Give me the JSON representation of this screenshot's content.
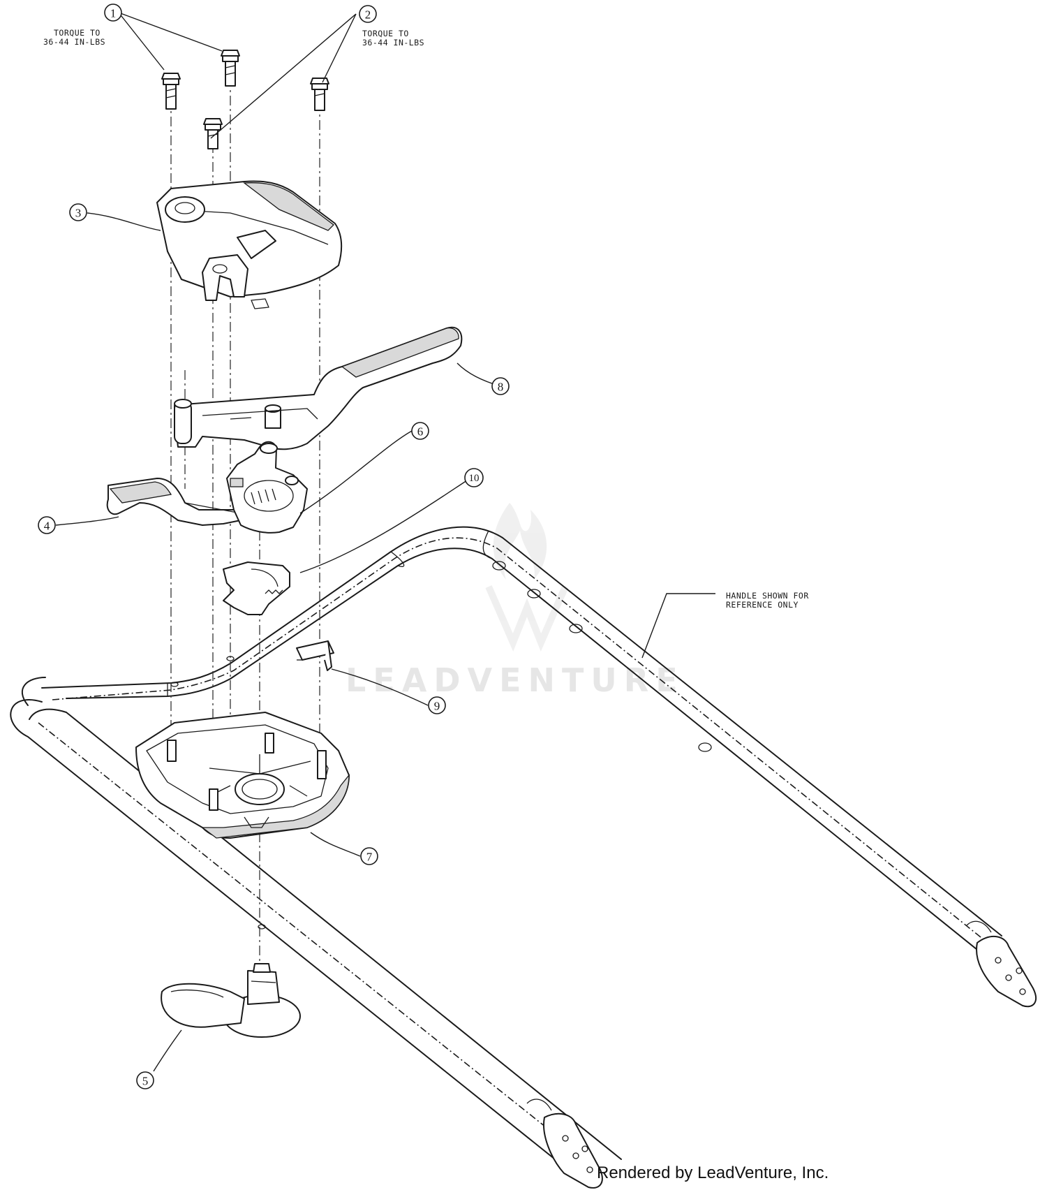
{
  "notes": {
    "torque_left_1": "TORQUE TO",
    "torque_left_2": "36-44 IN-LBS",
    "torque_right_1": "TORQUE TO",
    "torque_right_2": "36-44 IN-LBS",
    "handle_1": "HANDLE SHOWN FOR",
    "handle_2": "REFERENCE ONLY"
  },
  "balloons": [
    "1",
    "2",
    "3",
    "4",
    "5",
    "6",
    "7",
    "8",
    "9",
    "10"
  ],
  "watermark": "LEADVENTURE",
  "credit": "Rendered by LeadVenture, Inc."
}
